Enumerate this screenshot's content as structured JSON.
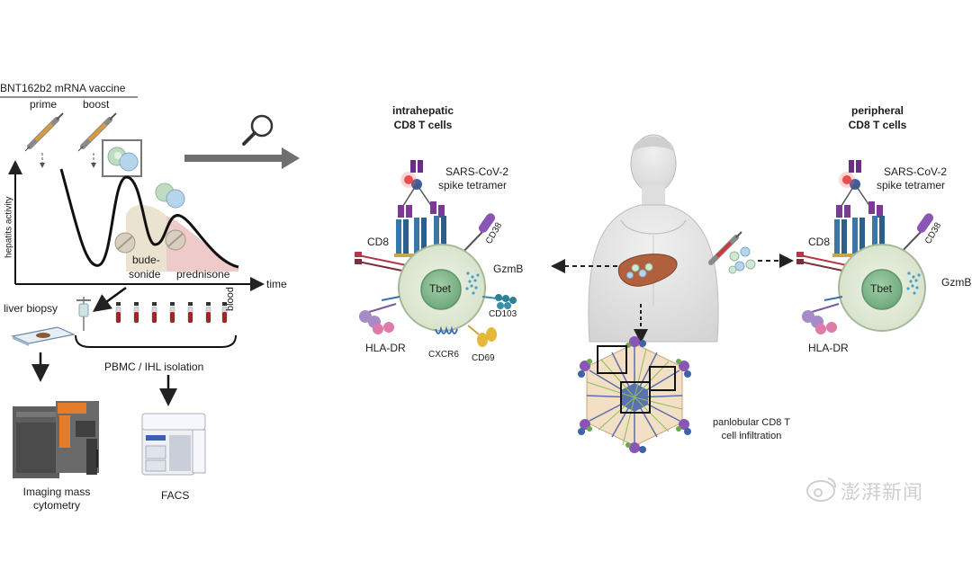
{
  "timeline": {
    "vaccine_title": "BNT162b2 mRNA vaccine",
    "prime": "prime",
    "boost": "boost",
    "y_axis": "hepatits activity",
    "x_axis": "time",
    "budesonide_line1": "bude-",
    "budesonide_line2": "sonide",
    "prednisone": "prednisone",
    "blood": "blood"
  },
  "workflow": {
    "liver_biopsy": "liver biopsy",
    "isolation": "PBMC / IHL isolation",
    "imaging_line1": "Imaging mass",
    "imaging_line2": "cytometry",
    "facs": "FACS"
  },
  "intrahepatic": {
    "title_line1": "intrahepatic",
    "title_line2": "CD8 T cells",
    "tetramer_line1": "SARS-CoV-2",
    "tetramer_line2": "spike tetramer",
    "cd8": "CD8",
    "cd38": "CD38",
    "gzmb": "GzmB",
    "tbet": "Tbet",
    "cd103": "CD103",
    "hla_dr": "HLA-DR",
    "cxcr6": "CXCR6",
    "cd69": "CD69"
  },
  "peripheral": {
    "title_line1": "peripheral",
    "title_line2": "CD8 T cells",
    "tetramer_line1": "SARS-CoV-2",
    "tetramer_line2": "spike tetramer",
    "cd8": "CD8",
    "cd38": "CD38",
    "gzmb": "GzmB",
    "tbet": "Tbet",
    "hla_dr": "HLA-DR"
  },
  "liver": {
    "caption_line1": "panlobular CD8 T",
    "caption_line2": "cell infiltration"
  },
  "watermark": "澎湃新闻",
  "colors": {
    "arrow_gray": "#6f6f6f",
    "cell_body": "#e3ecd9",
    "nucleus": "#8cbf96",
    "budesonide_band": "#e9e3cf",
    "prednisone_band": "#efcaca",
    "liver": "#b0603c",
    "skin": "#e4e4e4"
  }
}
